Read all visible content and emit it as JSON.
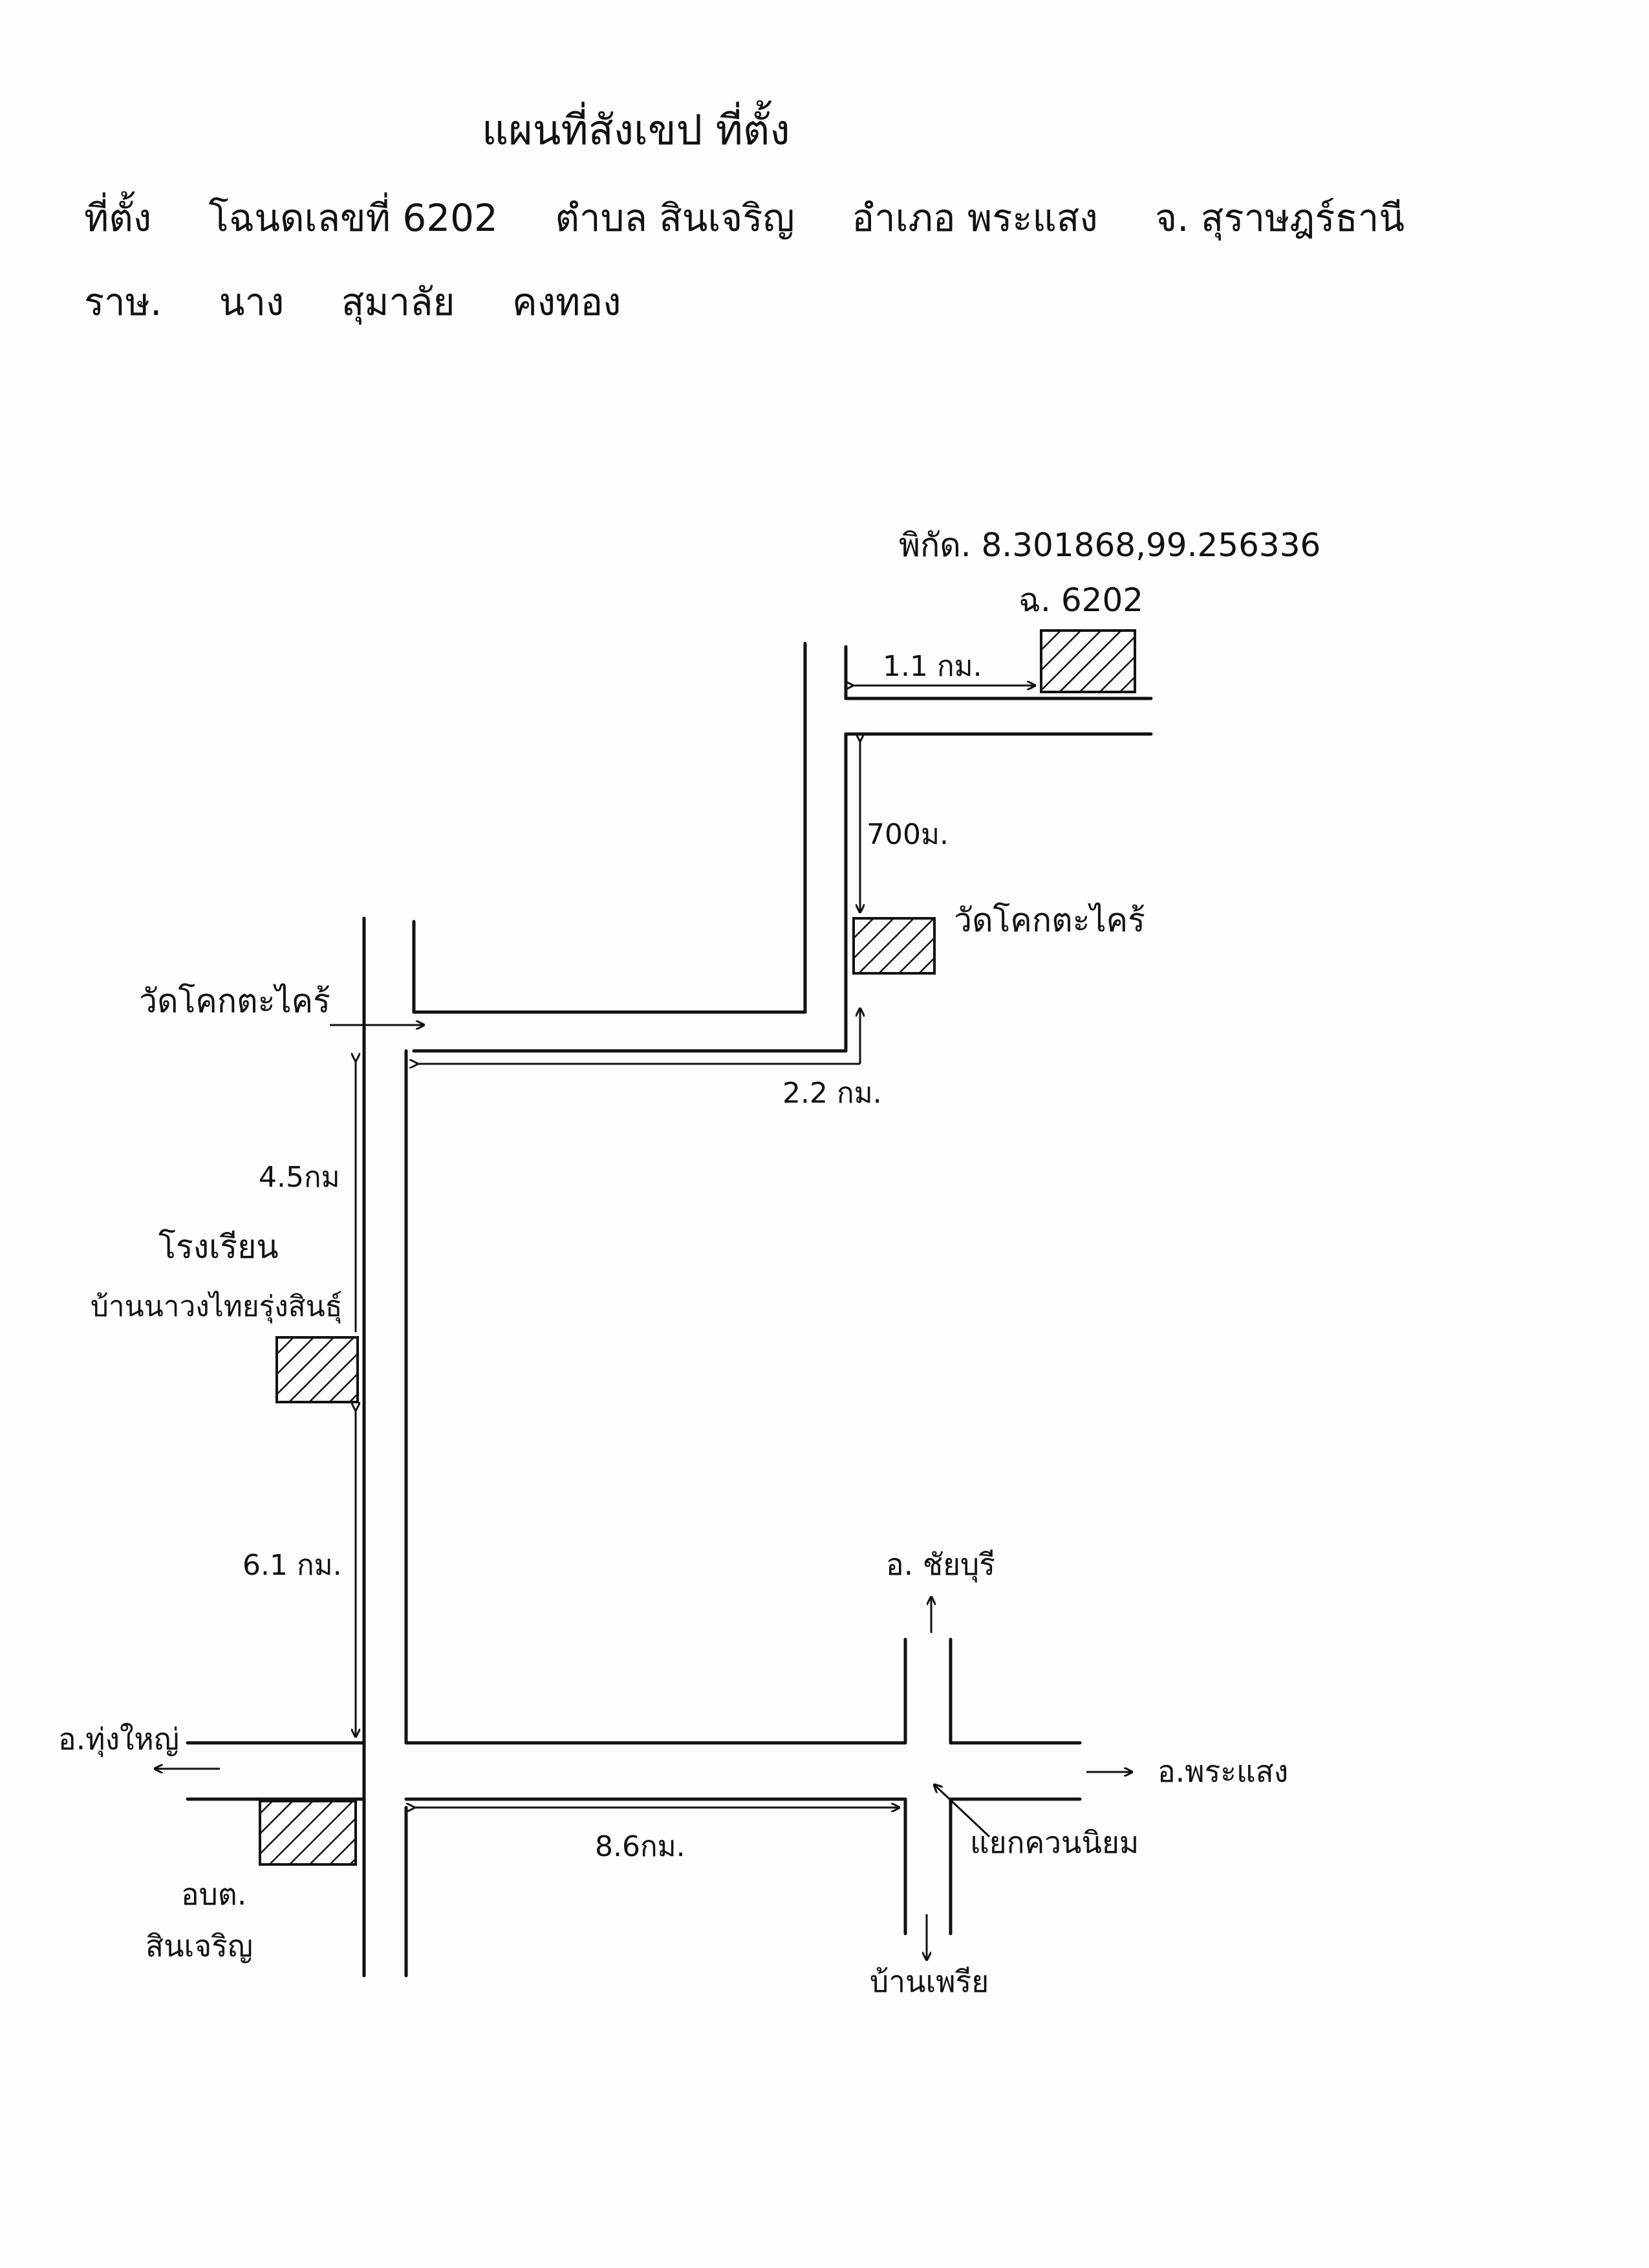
{
  "header": {
    "title": "แผนที่สังเขป ที่ตั้ง",
    "location_line": [
      "ที่ตั้ง",
      "โฉนดเลขที่ 6202",
      "ตำบล สินเจริญ",
      "อำเภอ พระแสง",
      "จ. สุราษฎร์ธานี"
    ],
    "owner_line": [
      "ราษ.",
      "นาง",
      "สุมาลัย",
      "คงทอง"
    ]
  },
  "map": {
    "coordinates": "พิกัด. 8.301868,99.256336",
    "plot_label": "ฉ. 6202",
    "landmarks": {
      "temple_right": "วัดโคกตะไคร้",
      "temple_left": "วัดโคกตะไคร้",
      "school": [
        "โรงเรียน",
        "บ้านนาวงไทยรุ่งสินธุ์"
      ],
      "sao": [
        "อบต.",
        "สินเจริญ"
      ]
    },
    "distances": {
      "to_plot": "1.1 กม.",
      "temple_to_plot": "700ม.",
      "junction_to_temple": "2.2 กม.",
      "school_to_junction": "4.5กม",
      "crossroad_to_school": "6.1 กม.",
      "sao_to_intersection": "8.6กม."
    },
    "directions": {
      "north": "อ. ชัยบุรี",
      "west": "อ.ทุ่งใหญ่",
      "east": "อ.พระแสง",
      "south": "บ้านเพรีย",
      "junction": "แยกควนนิยม"
    }
  },
  "colors": {
    "ink": "#111111",
    "paper": "#fdfdfd"
  }
}
